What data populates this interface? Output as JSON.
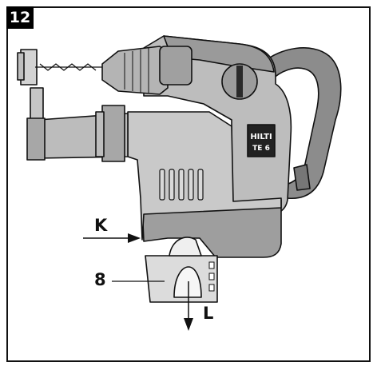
{
  "figure": {
    "number": "12",
    "brand_lettering": "HILTI",
    "model_lettering": "TE 6"
  },
  "callouts": {
    "k": "K",
    "eight": "8",
    "l": "L"
  }
}
